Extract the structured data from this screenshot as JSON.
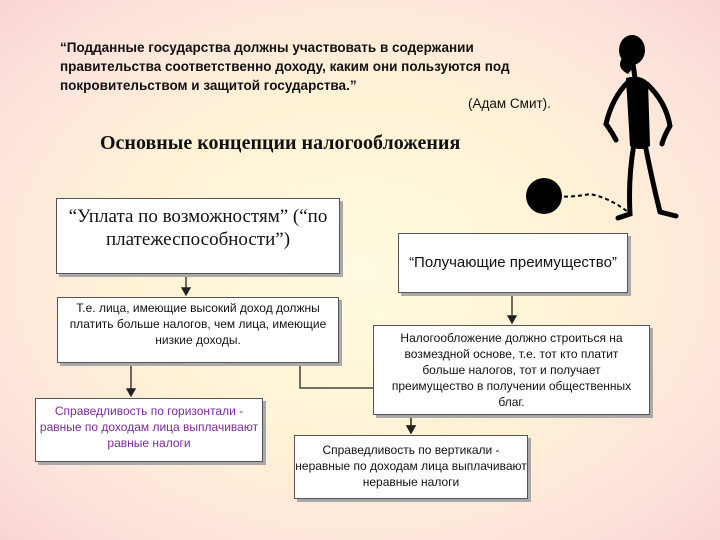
{
  "quote": {
    "text": "“Подданные государства должны участвовать в содержании правительства соответственно доходу, каким они пользуются под покровительством и защитой государства.”",
    "author": "(Адам Смит)."
  },
  "heading": "Основные концепции налогообложения",
  "boxes": {
    "ability": "“Уплата по возможностям” (“по платежеспособности”)",
    "ability_desc": "Т.е. лица, имеющие высокий доход должны платить больше налогов, чем лица, имеющие низкие доходы.",
    "horizontal": "Справедливость по горизонтали - равные по доходам лица выплачивают равные налоги",
    "benefit": "“Получающие преимущество”",
    "benefit_desc": "Налогообложение должно строиться на возмездной основе, т.е. тот кто платит больше налогов, тот и получает преимущество в получении общественных благ.",
    "vertical": "Справедливость по вертикали - неравные по доходам лица выплачивают неравные налоги"
  },
  "colors": {
    "accent_text": "#7a2a9a",
    "figure": "#000000"
  },
  "illustration": {
    "icon": "stick-figure-with-ball-and-chain-icon"
  }
}
